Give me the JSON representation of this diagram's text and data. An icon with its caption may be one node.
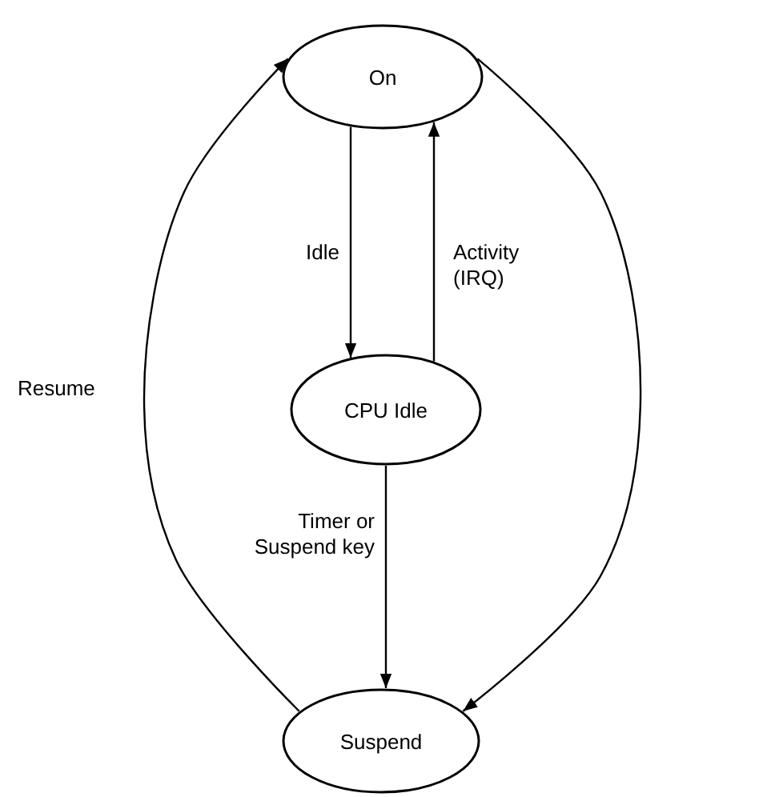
{
  "diagram": {
    "nodes": [
      {
        "text": [
          "On"
        ]
      },
      {
        "text": [
          "CPU Idle"
        ]
      },
      {
        "text": [
          "Suspend"
        ]
      }
    ],
    "edges": [
      {
        "from": 0,
        "to": 1,
        "arrow": "to",
        "label": "Idle"
      },
      {
        "from": 1,
        "to": 0,
        "arrow": "to",
        "label": "Activity (IRQ)"
      },
      {
        "from": 1,
        "to": 2,
        "arrow": "to",
        "label": "Timer or Suspend key"
      },
      {
        "from": 2,
        "to": 0,
        "arrow": "to",
        "label": "Resume"
      },
      {
        "from": 0,
        "to": 2,
        "arrow": "to"
      }
    ]
  }
}
